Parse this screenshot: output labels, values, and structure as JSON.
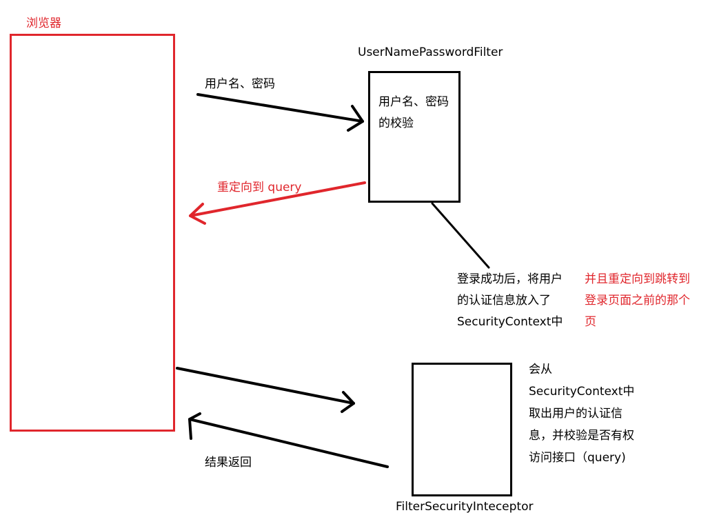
{
  "browser": {
    "label": "浏览器"
  },
  "username_filter": {
    "name": "UserNamePasswordFilter",
    "inner_lines": [
      "用户名、密码",
      "的校验"
    ]
  },
  "edges": {
    "credentials_label": "用户名、密码",
    "redirect_label": "重定向到 query",
    "result_label": "结果返回"
  },
  "login_note": {
    "lines": [
      "登录成功后，将用户",
      "的认证信息放入了",
      "SecurityContext中"
    ]
  },
  "redirect_note": {
    "lines": [
      "并且重定向到跳转到",
      "登录页面之前的那个",
      "页"
    ]
  },
  "security_interceptor": {
    "name": "FilterSecurityInteceptor",
    "note_lines": [
      "会从",
      "SecurityContext中",
      "取出用户的认证信",
      "息，并校验是否有权",
      "访问接口（query)"
    ]
  },
  "colors": {
    "red": "#e0262c",
    "black": "#000000"
  }
}
